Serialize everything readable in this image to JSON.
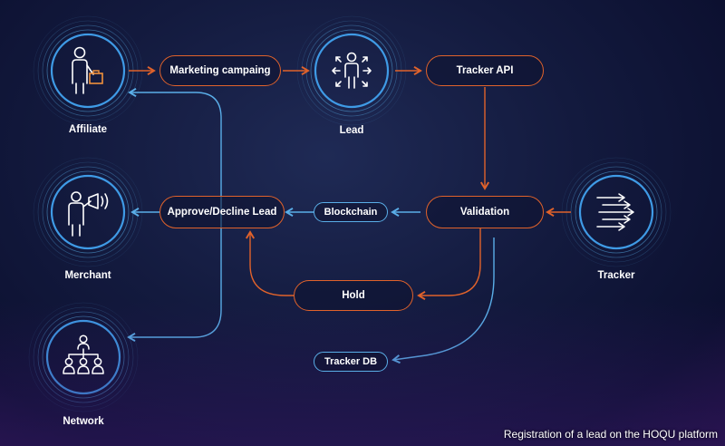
{
  "diagram": {
    "nodes": {
      "affiliate": "Affiliate",
      "lead": "Lead",
      "merchant": "Merchant",
      "tracker": "Tracker",
      "network": "Network"
    },
    "steps": {
      "marketing_campaign": "Marketing campaing",
      "tracker_api": "Tracker API",
      "approve_decline": "Approve/Decline Lead",
      "blockchain": "Blockchain",
      "validation": "Validation",
      "hold": "Hold",
      "tracker_db": "Tracker DB"
    },
    "caption": "Registration of a lead on the HOQU platform",
    "colors": {
      "orange_accent": "#e0622b",
      "blue_accent": "#5aaee8",
      "background": "#131a3e"
    }
  }
}
